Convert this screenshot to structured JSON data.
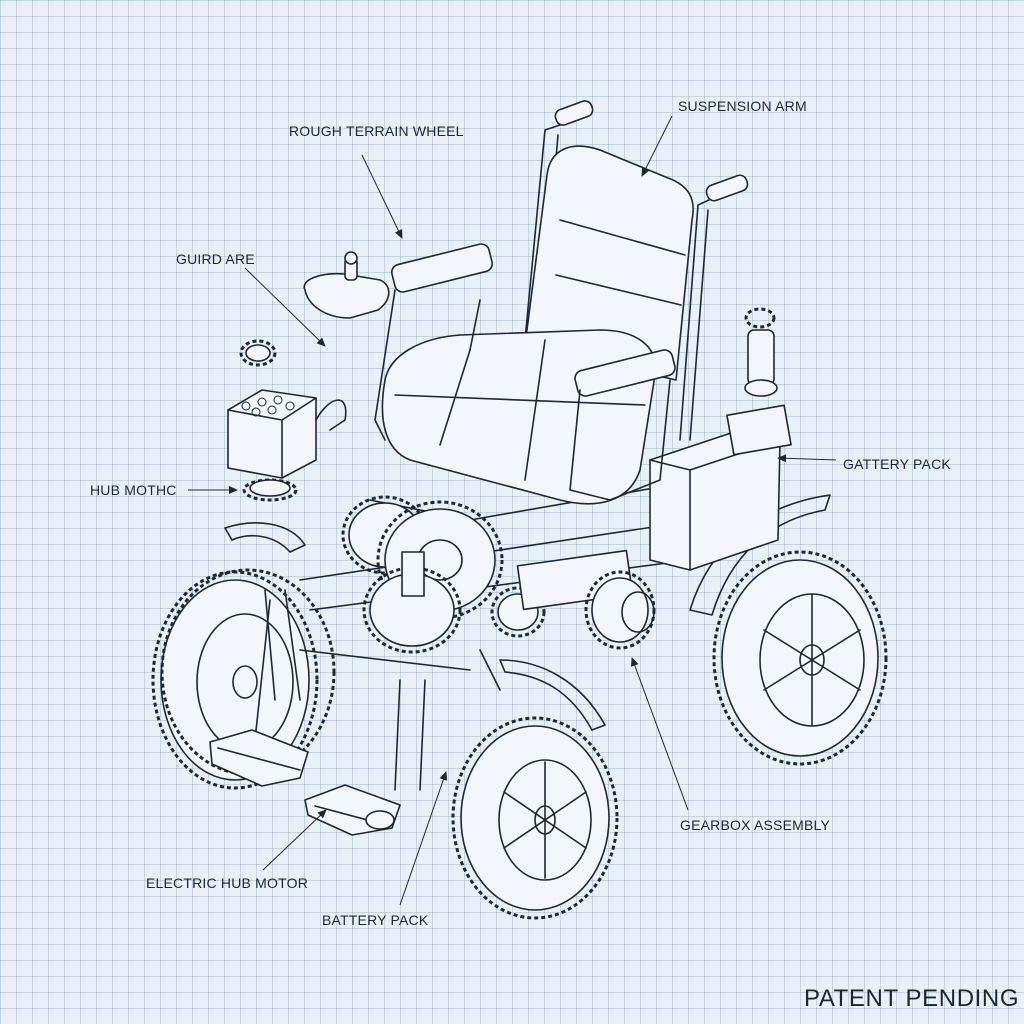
{
  "labels": {
    "suspension_arm": "SUSPENSION ARM",
    "rough_terrain_wheel": "ROUGH TERRAIN WHEEL",
    "guard_arm": "GUIRD ARE",
    "gattery_pack": "GATTERY PACK",
    "hub_motor": "HUB MOTHC",
    "gearbox_assembly": "GEARBOX ASSEMBLY",
    "electric_hub_motor": "ELECTRIC HUB MOTOR",
    "battery_pack": "BATTERY PACK"
  },
  "footer": {
    "patent": "PATENT PENDING"
  }
}
